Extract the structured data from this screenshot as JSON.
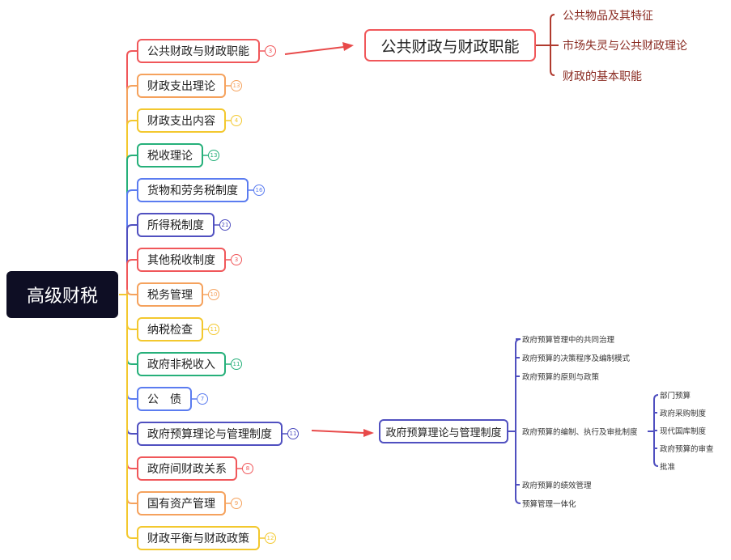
{
  "root": {
    "label": "高级财税"
  },
  "branches": [
    {
      "label": "公共财政与财政职能",
      "count": "3",
      "color": "#f0575a"
    },
    {
      "label": "财政支出理论",
      "count": "13",
      "color": "#f5a25d"
    },
    {
      "label": "财政支出内容",
      "count": "4",
      "color": "#f3c82e"
    },
    {
      "label": "税收理论",
      "count": "13",
      "color": "#26b07a"
    },
    {
      "label": "货物和劳务税制度",
      "count": "16",
      "color": "#5b7cf0"
    },
    {
      "label": "所得税制度",
      "count": "21",
      "color": "#5050c0"
    },
    {
      "label": "其他税收制度",
      "count": "3",
      "color": "#f0575a"
    },
    {
      "label": "税务管理",
      "count": "10",
      "color": "#f5a25d"
    },
    {
      "label": "纳税检查",
      "count": "11",
      "color": "#f3c82e"
    },
    {
      "label": "政府非税收入",
      "count": "11",
      "color": "#26b07a"
    },
    {
      "label": "公　债",
      "count": "7",
      "color": "#5b7cf0"
    },
    {
      "label": "政府预算理论与管理制度",
      "count": "11",
      "color": "#5050c0"
    },
    {
      "label": "政府间财政关系",
      "count": "8",
      "color": "#f0575a"
    },
    {
      "label": "国有资产管理",
      "count": "9",
      "color": "#f5a25d"
    },
    {
      "label": "财政平衡与财政政策",
      "count": "12",
      "color": "#f3c82e"
    }
  ],
  "expanded_top": {
    "label": "公共财政与财政职能",
    "children": [
      "公共物品及其特征",
      "市场失灵与公共财政理论",
      "财政的基本职能"
    ]
  },
  "expanded_budget": {
    "label": "政府预算理论与管理制度",
    "children": [
      "政府预算管理中的共同治理",
      "政府预算的决策程序及编制模式",
      "政府预算的原则与政策",
      "政府预算的编制、执行及审批制度",
      "政府预算的绩效管理",
      "预算管理一体化"
    ],
    "sub_children": [
      "部门预算",
      "政府采购制度",
      "现代国库制度",
      "政府预算的审查",
      "批准"
    ]
  }
}
